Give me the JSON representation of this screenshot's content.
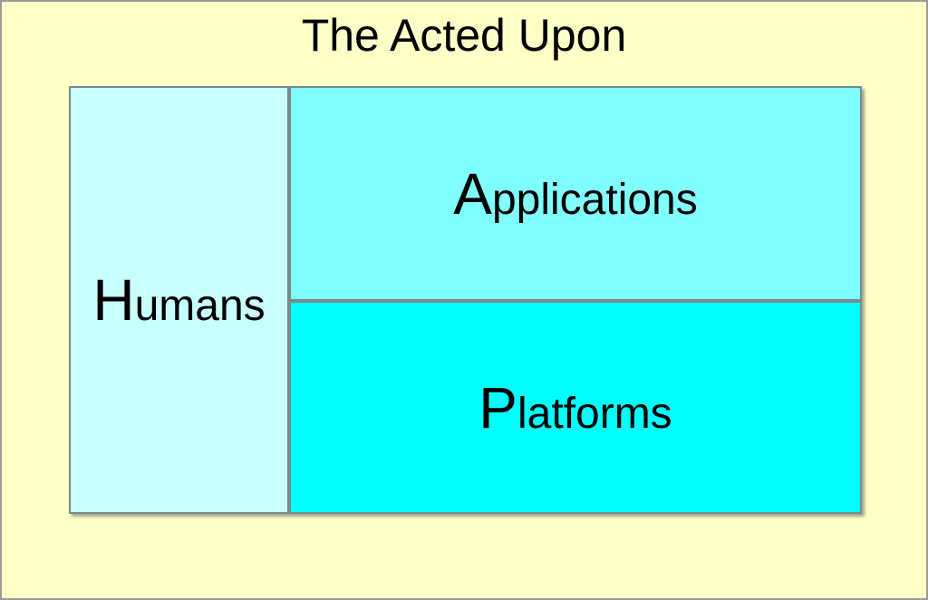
{
  "title": "The Acted Upon",
  "boxes": [
    {
      "name": "Humans",
      "initial": "H",
      "rest": "umans"
    },
    {
      "name": "Applications",
      "initial": "A",
      "rest": "pplications"
    },
    {
      "name": "Platforms",
      "initial": "P",
      "rest": "latforms"
    }
  ],
  "colors": {
    "page_bg": "#FFFFC8",
    "page_border": "#9A9A9A",
    "box_border": "#7B8B8B",
    "humans_bg": "#C8FFFF",
    "applications_bg": "#80FFFE",
    "platforms_bg": "#00FFFF",
    "text": "#000000"
  }
}
